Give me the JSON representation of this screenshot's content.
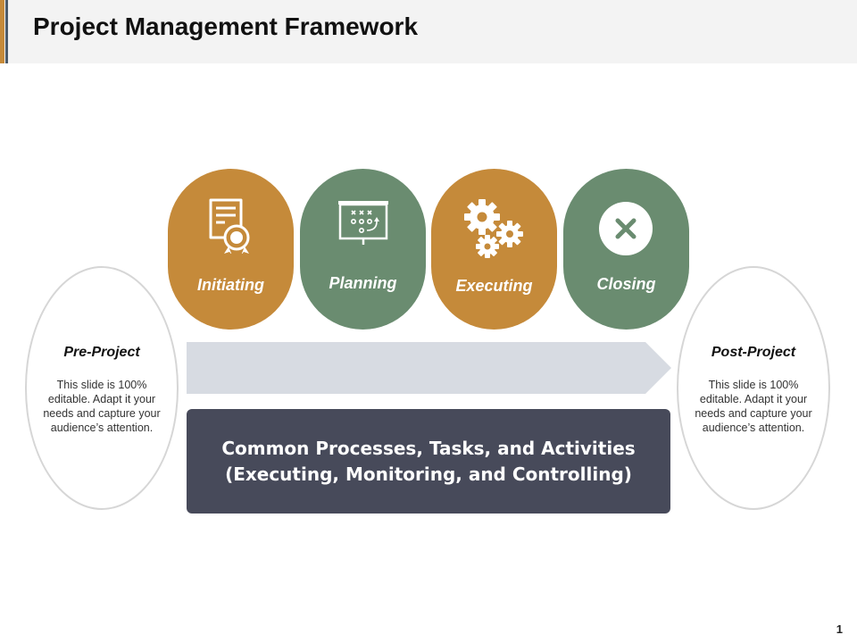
{
  "title": "Project Management Framework",
  "colors": {
    "amber": "#c58a3a",
    "green": "#6a8c70",
    "dark": "#474a5a",
    "arrow": "#d7dbe2"
  },
  "phases": [
    {
      "label": "Initiating",
      "icon": "certificate-icon"
    },
    {
      "label": "Planning",
      "icon": "strategy-board-icon"
    },
    {
      "label": "Executing",
      "icon": "gears-icon"
    },
    {
      "label": "Closing",
      "icon": "close-icon"
    }
  ],
  "pre_project": {
    "title": "Pre-Project",
    "text": "This slide is 100% editable. Adapt it your needs and capture your audience’s attention."
  },
  "post_project": {
    "title": "Post-Project",
    "text": "This slide is 100% editable. Adapt it your needs and capture your audience’s attention."
  },
  "common_box": {
    "line1": "Common Processes, Tasks, and Activities",
    "line2": "(Executing, Monitoring, and Controlling)"
  },
  "page_number": "1"
}
